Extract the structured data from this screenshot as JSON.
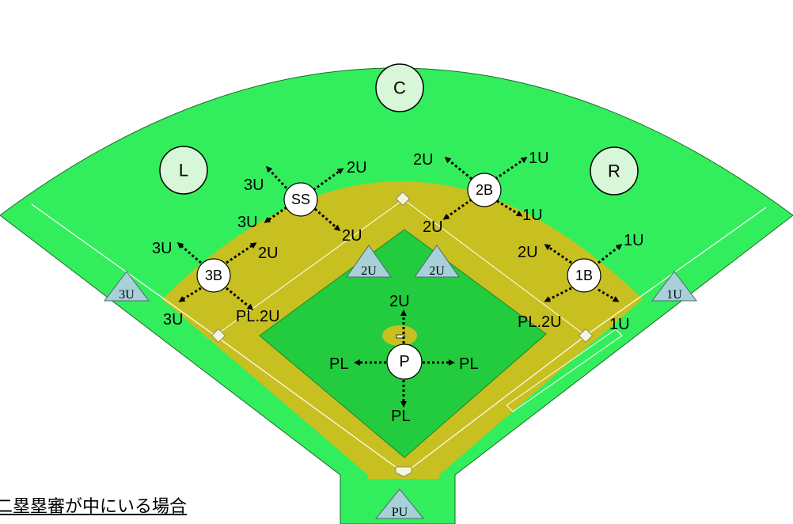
{
  "caption": "二塁塁審が中にいる場合",
  "fielders": {
    "C": "C",
    "L": "L",
    "R": "R",
    "SS": "SS",
    "2B": "2B",
    "3B": "3B",
    "1B": "1B",
    "P": "P"
  },
  "umpires": {
    "u3": "3U",
    "u2_left": "2U",
    "u2_right": "2U",
    "u1": "1U",
    "pu": "PU"
  },
  "assignment_labels": [
    "3U",
    "2U",
    "3U",
    "2U",
    "2U",
    "1U",
    "2U",
    "1U",
    "3U",
    "2U",
    "3U",
    "PL.2U",
    "2U",
    "1U",
    "PL.2U",
    "1U",
    "2U",
    "PL",
    "PL",
    "PL"
  ],
  "colors": {
    "grass": "#33ee5c",
    "infield_grass": "#22cc3e",
    "dirt": "#c8c020",
    "umpire": "#a8d0d8",
    "fielder": "#ffffff",
    "outfielder": "#d8f7d8"
  }
}
